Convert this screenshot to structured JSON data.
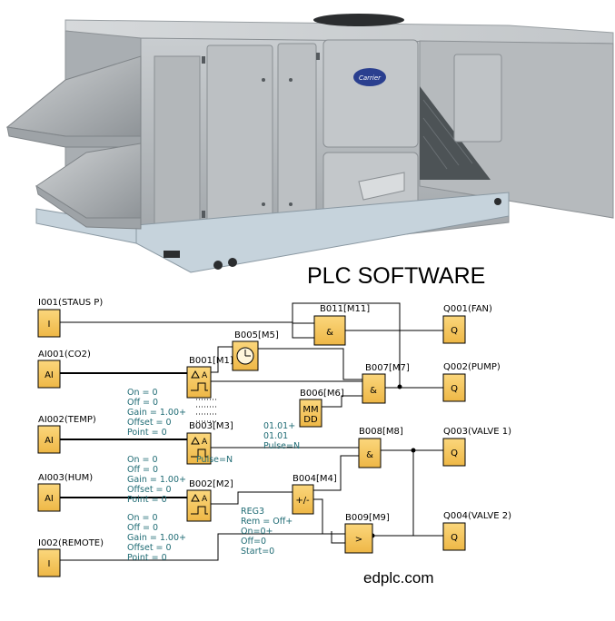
{
  "title": "PLC SOFTWARE",
  "website": "edplc.com",
  "brand": "Carrier",
  "colors": {
    "block_fill": "#f6c65a",
    "unit_body": "#b8bcbf",
    "param_text": "#1f6b74",
    "brand_blue": "#2a3f8f"
  },
  "inputs": [
    {
      "label": "I001(STAUS P)",
      "glyph": "I"
    },
    {
      "label": "AI001(CO2)",
      "glyph": "AI"
    },
    {
      "label": "AI002(TEMP)",
      "glyph": "AI"
    },
    {
      "label": "AI003(HUM)",
      "glyph": "AI"
    },
    {
      "label": "I002(REMOTE)",
      "glyph": "I"
    }
  ],
  "outputs": [
    {
      "label": "Q001(FAN)",
      "glyph": "Q"
    },
    {
      "label": "Q002(PUMP)",
      "glyph": "Q"
    },
    {
      "label": "Q003(VALVE 1)",
      "glyph": "Q"
    },
    {
      "label": "Q004(VALVE 2)",
      "glyph": "Q"
    }
  ],
  "blocks": {
    "b011": {
      "label": "B011[M11]",
      "glyph": "&"
    },
    "b005": {
      "label": "B005[M5]"
    },
    "b001": {
      "label": "B001[M1]"
    },
    "b007": {
      "label": "B007[M7]",
      "glyph": "&"
    },
    "b006": {
      "label": "B006[M6]",
      "glyph_line1": "MM",
      "glyph_line2": "DD"
    },
    "b003": {
      "label": "B003[M3]"
    },
    "b008": {
      "label": "B008[M8]",
      "glyph": "&"
    },
    "b004": {
      "label": "B004[M4]",
      "glyph": "+/-"
    },
    "b002": {
      "label": "B002[M2]"
    },
    "b009": {
      "label": "B009[M9]",
      "glyph": ">"
    }
  },
  "params": {
    "b001": [
      "On = 0",
      "Off = 0",
      "Gain = 1.00+",
      "Offset = 0",
      "Point = 0"
    ],
    "b003": [
      "On = 0",
      "Off = 0",
      "Gain = 1.00+",
      "Offset = 0",
      "Point = 0"
    ],
    "b002": [
      "On = 0",
      "Off = 0",
      "Gain = 1.00+",
      "Offset = 0",
      "Point = 0"
    ],
    "b003_pulse": "Pulse=N",
    "b006": [
      "01.01+",
      "01.01",
      "Pulse=N"
    ],
    "b004": [
      "REG3",
      "Rem = Off+",
      "On=0+",
      "Off=0",
      "Start=0"
    ]
  }
}
